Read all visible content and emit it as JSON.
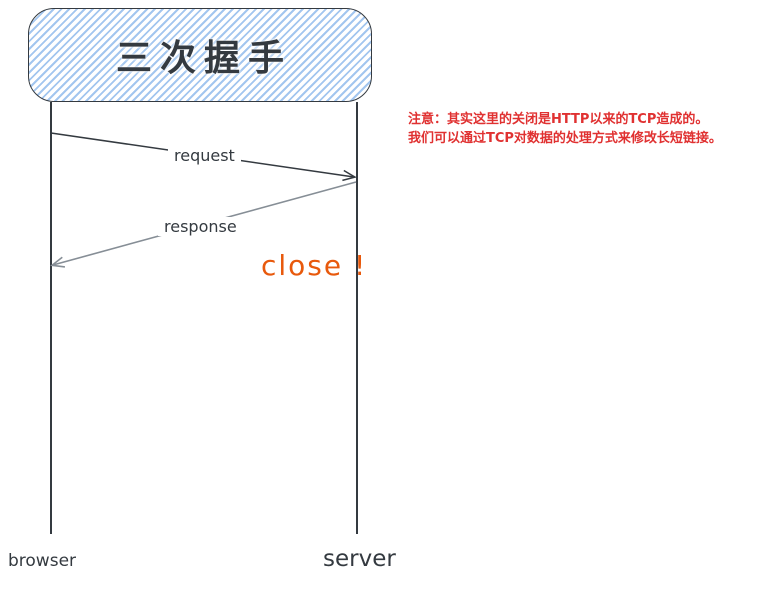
{
  "diagram": {
    "title": "三次握手",
    "lifelines": [
      {
        "id": "browser",
        "label": "browser"
      },
      {
        "id": "server",
        "label": "server"
      }
    ],
    "messages": [
      {
        "label": "request",
        "from": "browser",
        "to": "server",
        "style": "dark"
      },
      {
        "label": "response",
        "from": "server",
        "to": "browser",
        "style": "gray"
      }
    ],
    "close_label": "close !",
    "note": {
      "line1": "注意：其实这里的关闭是HTTP以来的TCP造成的。",
      "line2": "我们可以通过TCP对数据的处理方式来修改长短链接。"
    },
    "colors": {
      "accent_blue": "#a3c6ef",
      "stroke_dark": "#343a40",
      "arrow_gray": "#868e96",
      "close_orange": "#e8590c",
      "note_red": "#e03131"
    }
  }
}
